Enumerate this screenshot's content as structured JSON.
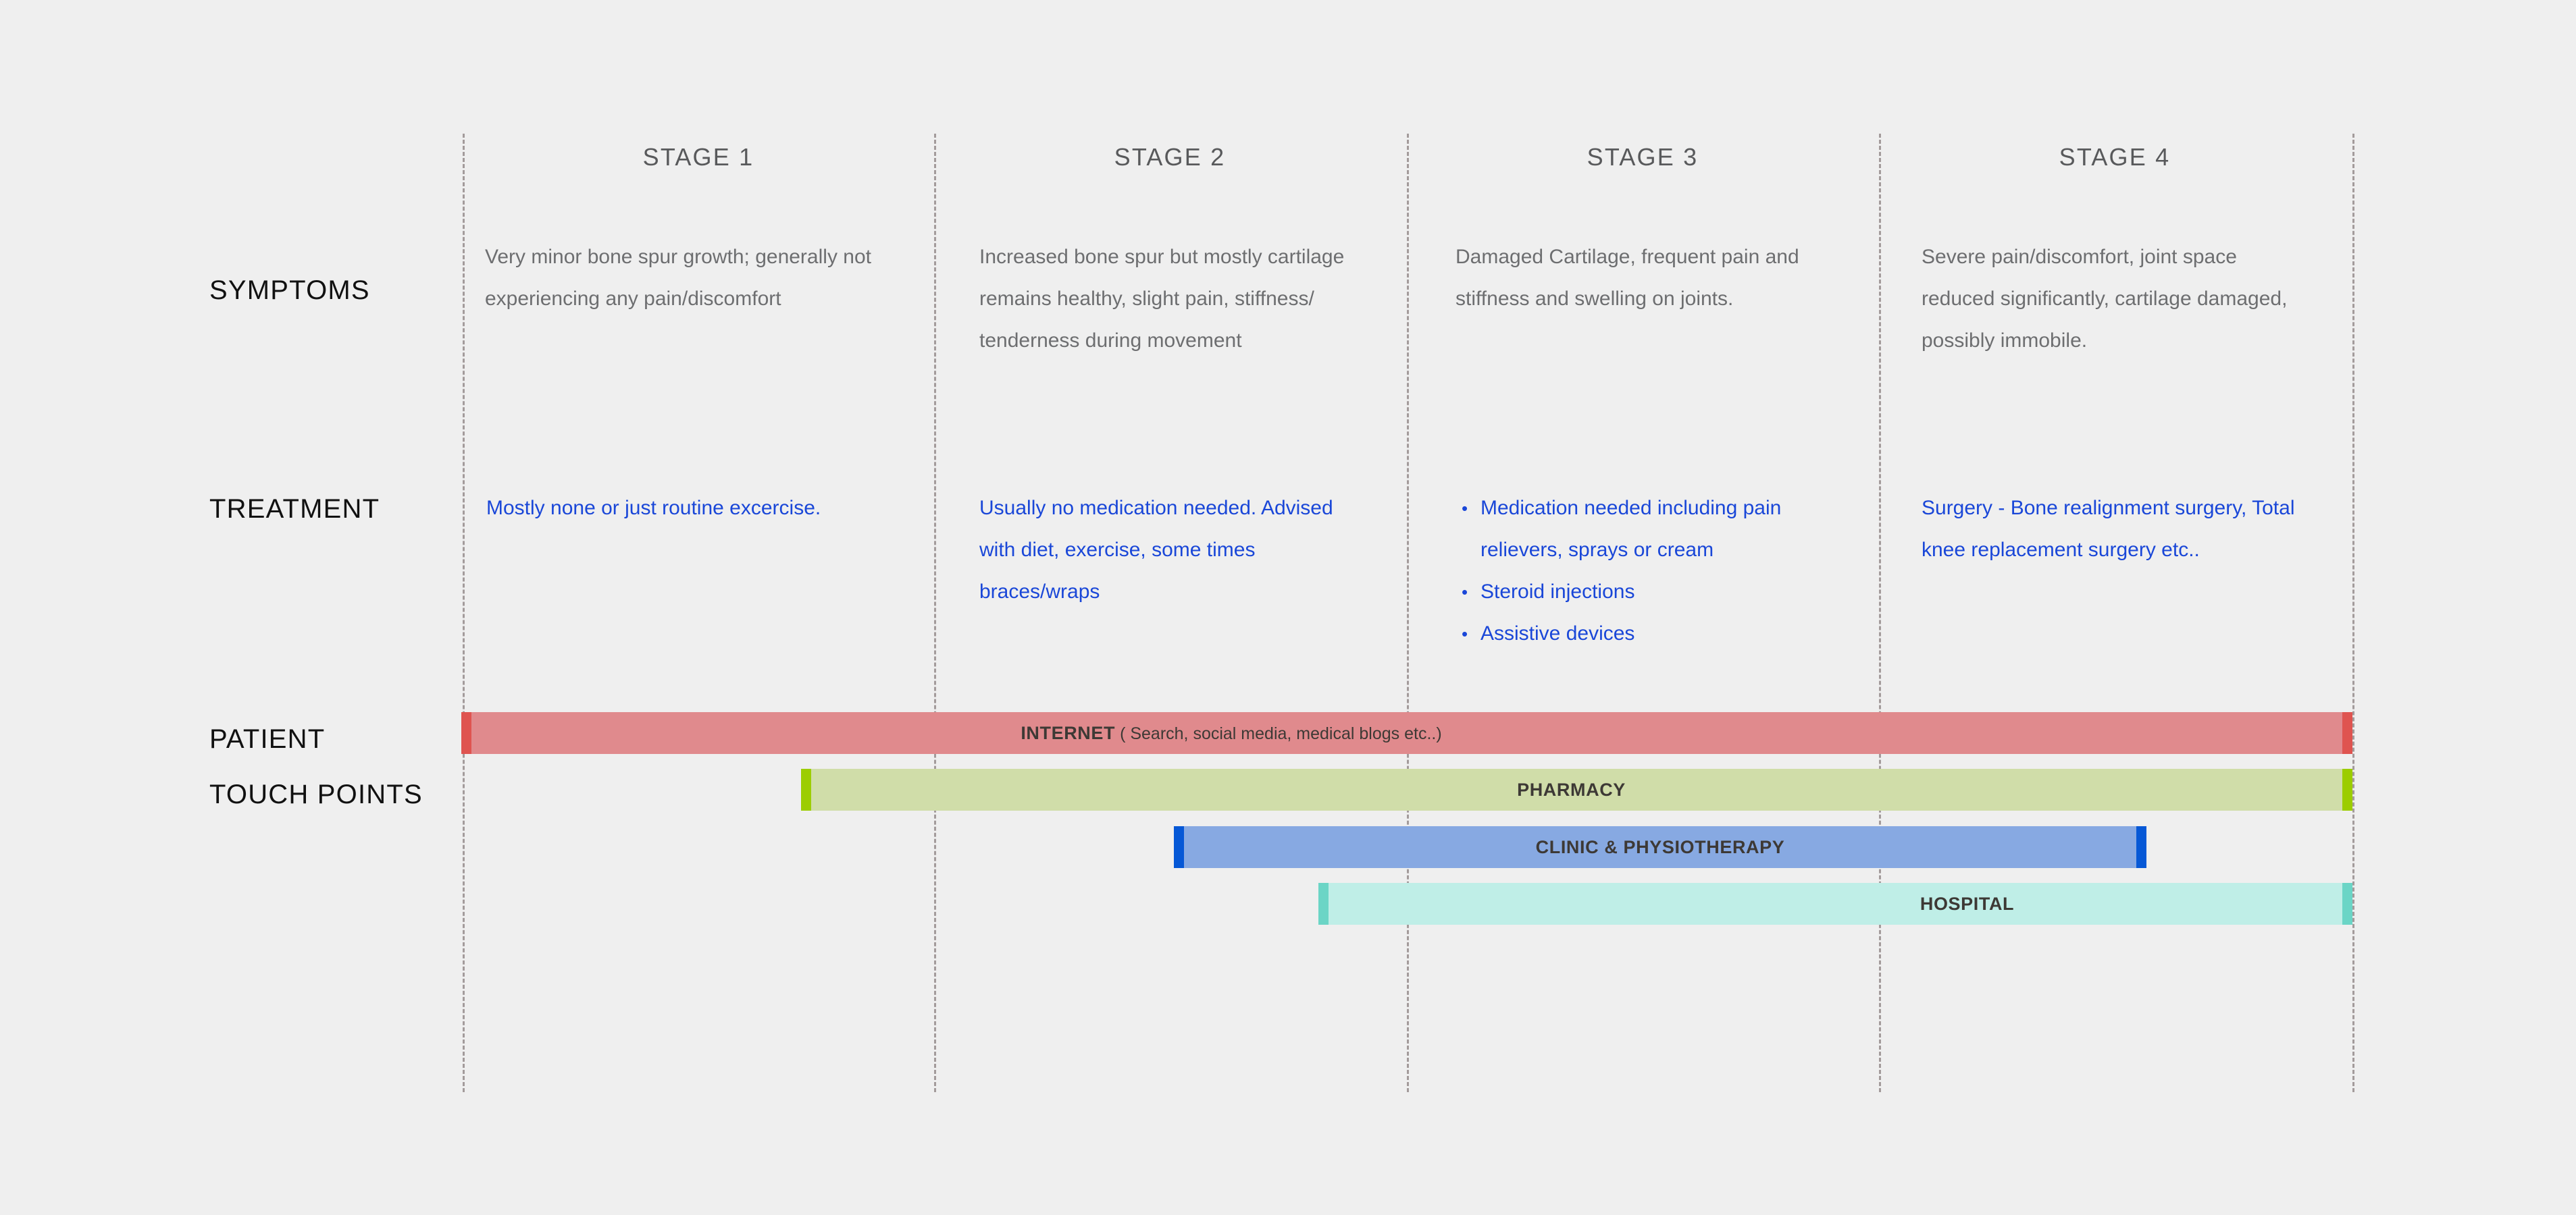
{
  "stages": [
    {
      "label": "STAGE 1"
    },
    {
      "label": "STAGE 2"
    },
    {
      "label": "STAGE 3"
    },
    {
      "label": "STAGE 4"
    }
  ],
  "rows": {
    "symptoms_label": "SYMPTOMS",
    "treatment_label": "TREATMENT",
    "patient_label": "PATIENT",
    "touchpoints_label": "TOUCH POINTS"
  },
  "symptoms": [
    "Very minor bone spur growth; generally not experiencing any pain/discomfort",
    "Increased bone spur but mostly cartilage remains healthy, slight pain, stiffness/ tenderness during movement",
    "Damaged Cartilage, frequent pain and stiffness and  swelling on joints.",
    " Severe pain/discomfort, joint space reduced significantly, cartilage damaged, possibly immobile."
  ],
  "treatments": [
    {
      "type": "text",
      "text": "Mostly none or just routine excercise."
    },
    {
      "type": "text",
      "text": "Usually no medication needed. Advised with diet, exercise, some times braces/wraps"
    },
    {
      "type": "list",
      "items": [
        "Medication needed including pain relievers, sprays or cream",
        "Steroid injections",
        "Assistive devices"
      ]
    },
    {
      "type": "text",
      "text": "Surgery - Bone realignment surgery, Total knee replacement surgery etc.."
    }
  ],
  "touchpoints": [
    {
      "name": "INTERNET",
      "sub": " ( Search, social media, medical blogs etc..)",
      "fill": "#e08a8d",
      "cap": "#df5450",
      "label_color": "#3d3935"
    },
    {
      "name": "PHARMACY",
      "sub": "",
      "fill": "#d0dda9",
      "cap": "#9ccd00",
      "label_color": "#3d3935"
    },
    {
      "name": "CLINIC & PHYSIOTHERAPY",
      "sub": "",
      "fill": "#87a9e2",
      "cap": "#0658d6",
      "label_color": "#3d3935"
    },
    {
      "name": "HOSPITAL",
      "sub": "",
      "fill": "#bfeee7",
      "cap": "#6bd5c6",
      "label_color": "#3d3935"
    }
  ],
  "colors": {
    "background": "#efefef",
    "grid_line": "#8a7f80",
    "stage_header": "#58595b",
    "body_text": "#6d6e70",
    "treatment_text": "#1a47d8",
    "row_label": "#111111"
  }
}
